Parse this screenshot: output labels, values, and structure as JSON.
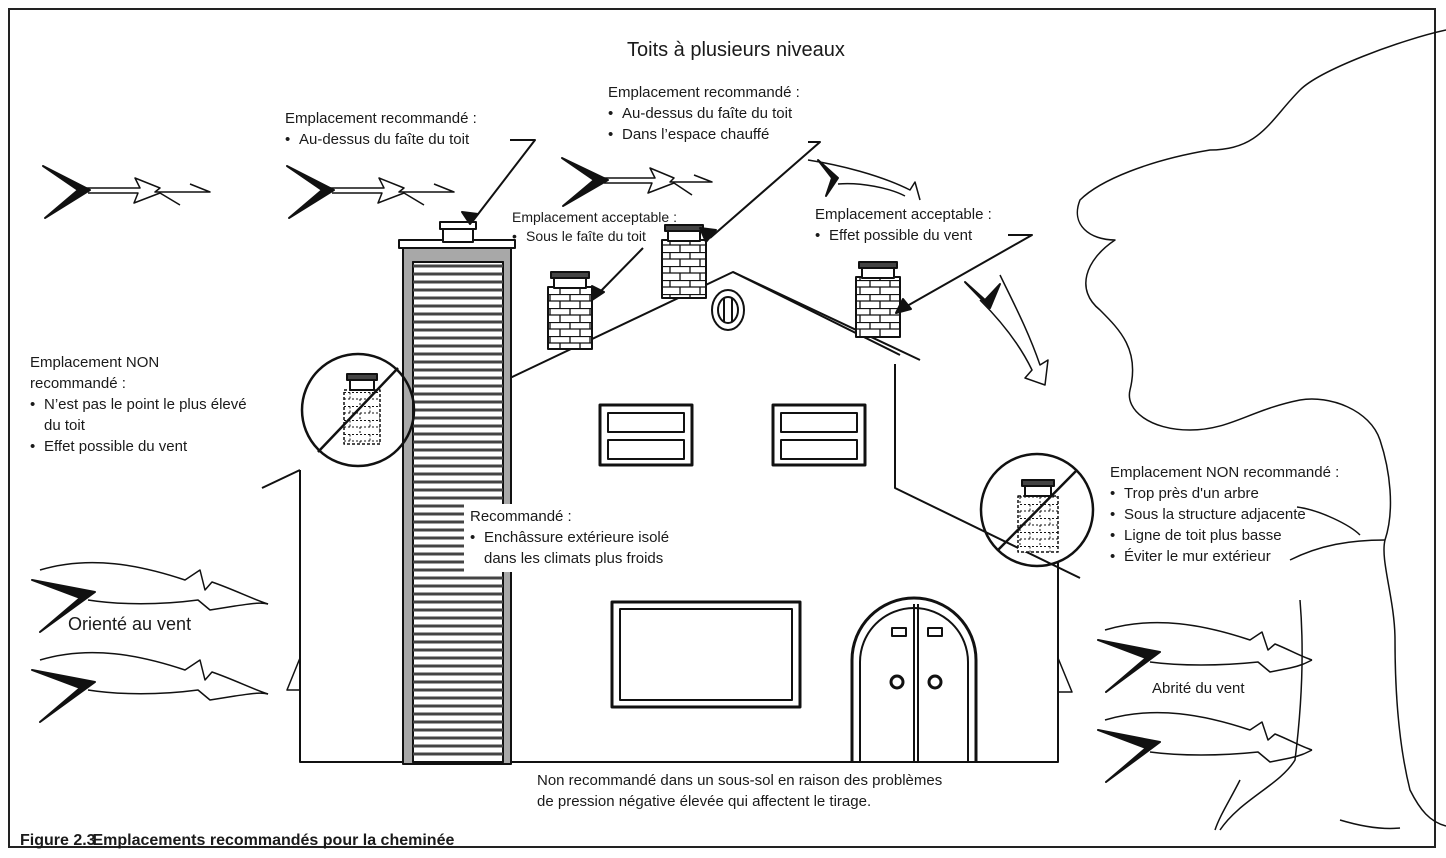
{
  "title": "Toits à plusieurs niveaux",
  "labels": {
    "rec_left": {
      "heading": "Emplacement recommandé :",
      "bullets": [
        "Au-dessus du faîte du toit"
      ]
    },
    "rec_top": {
      "heading": "Emplacement recommandé :",
      "bullets": [
        "Au-dessus du faîte du toit",
        "Dans l’espace chauffé"
      ]
    },
    "acc_mid": {
      "heading": "Emplacement acceptable :",
      "bullets": [
        "Sous le faîte du toit"
      ]
    },
    "acc_right": {
      "heading": "Emplacement acceptable :",
      "bullets": [
        "Effet possible du vent"
      ]
    },
    "not_left": {
      "heading_line1": "Emplacement NON",
      "heading_line2": "recommandé :",
      "bullets": [
        "N’est pas le point le plus élevé",
        "Effet possible du vent"
      ],
      "bullet1_cont": "du toit"
    },
    "not_right": {
      "heading": "Emplacement NON recommandé :",
      "bullets": [
        "Trop près d'un arbre",
        "Sous la structure adjacente",
        "Ligne de toit plus basse",
        "Éviter le mur extérieur"
      ]
    },
    "enclosure": {
      "heading": "Recommandé :",
      "bullets": [
        "Enchâssure extérieure isolé"
      ],
      "bullet1_cont": "dans les climats plus froids"
    },
    "windward": "Orienté au vent",
    "leeward": "Abrité du vent",
    "basement_line1": "Non recommandé dans un sous-sol en raison des problèmes",
    "basement_line2": "de pression négative élevée qui affectent le tirage."
  },
  "caption": {
    "number": "Figure 2.3",
    "text": "Emplacements recommandés pour la cheminée"
  }
}
